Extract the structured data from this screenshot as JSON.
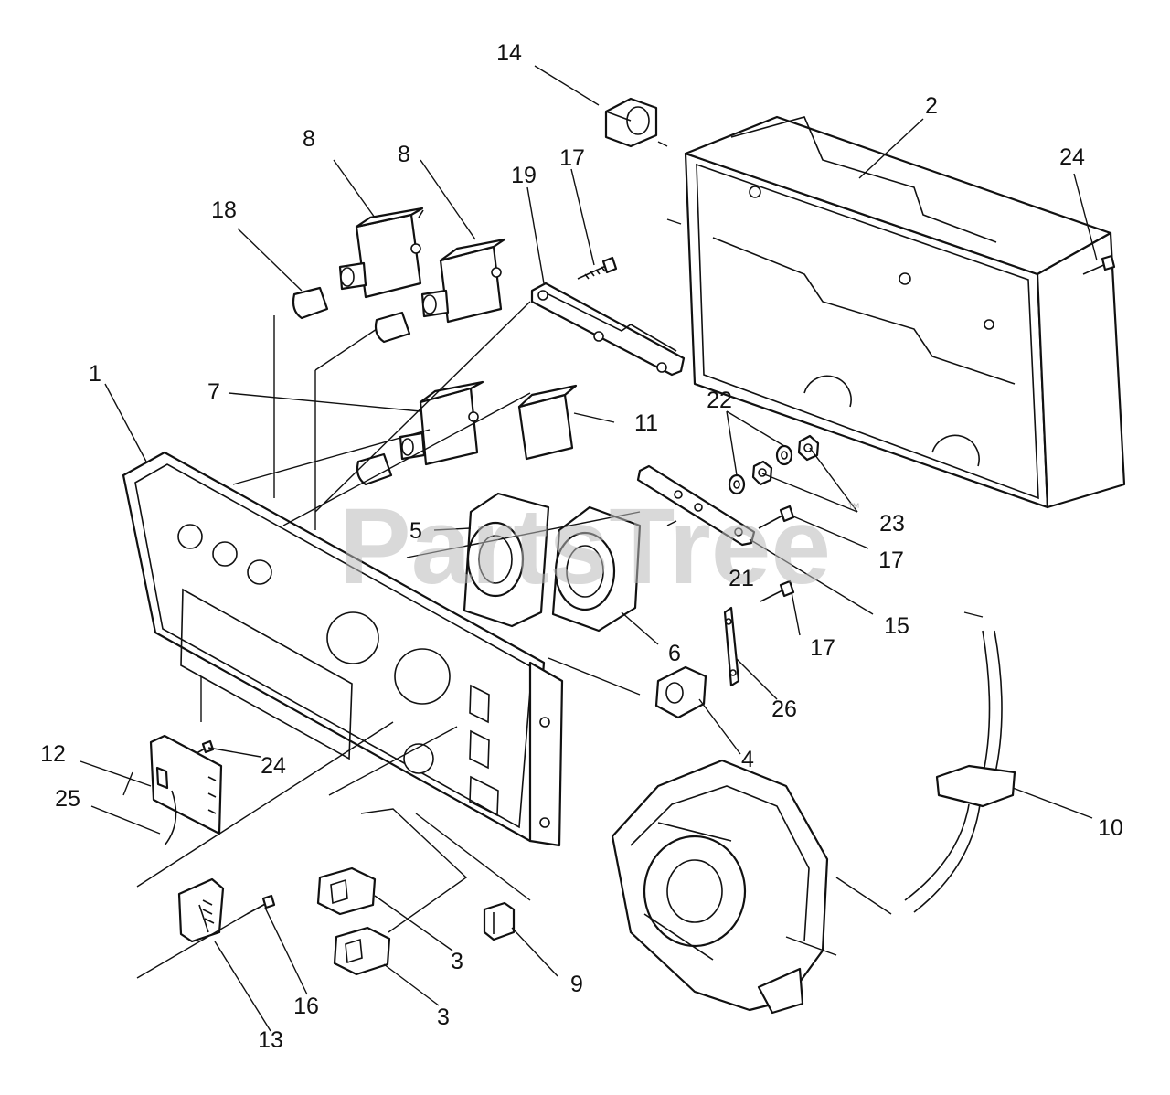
{
  "watermark": {
    "text": "PartsTree",
    "mark": "™"
  },
  "callouts": [
    "14",
    "2",
    "24",
    "17",
    "19",
    "8",
    "8",
    "18",
    "1",
    "7",
    "11",
    "22",
    "23",
    "5",
    "17",
    "21",
    "15",
    "17",
    "6",
    "26",
    "4",
    "12",
    "24",
    "25",
    "10",
    "3",
    "9",
    "3",
    "16",
    "13"
  ]
}
